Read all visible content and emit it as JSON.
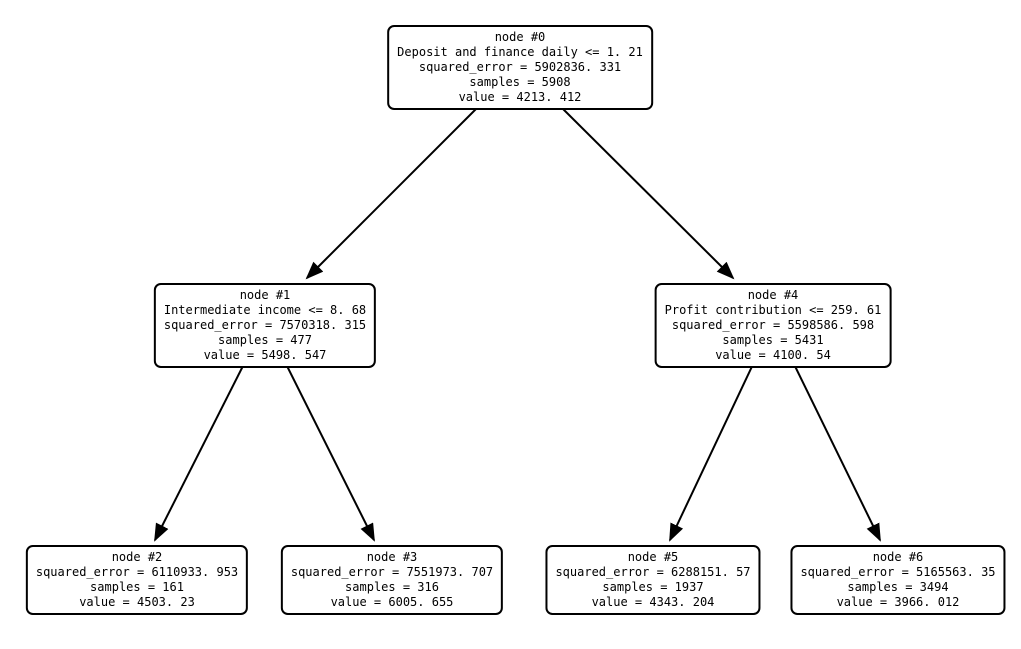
{
  "figure": {
    "background_color": "#ffffff",
    "node_border_color": "#000000",
    "node_fill_color": "#ffffff",
    "text_color": "#000000",
    "edge_color": "#000000"
  },
  "tree": {
    "nodes": [
      {
        "id": "node-0",
        "title": "node #0",
        "condition": "Deposit and finance daily <= 1. 21",
        "squared_error": "squared_error = 5902836. 331",
        "samples": "samples = 5908",
        "value": "value = 4213. 412"
      },
      {
        "id": "node-1",
        "title": "node #1",
        "condition": "Intermediate income <= 8. 68",
        "squared_error": "squared_error = 7570318. 315",
        "samples": "samples = 477",
        "value": "value = 5498. 547"
      },
      {
        "id": "node-2",
        "title": "node #2",
        "squared_error": "squared_error = 6110933. 953",
        "samples": "samples = 161",
        "value": "value = 4503. 23"
      },
      {
        "id": "node-3",
        "title": "node #3",
        "squared_error": "squared_error = 7551973. 707",
        "samples": "samples = 316",
        "value": "value = 6005. 655"
      },
      {
        "id": "node-4",
        "title": "node #4",
        "condition": "Profit contribution <= 259. 61",
        "squared_error": "squared_error = 5598586. 598",
        "samples": "samples = 5431",
        "value": "value = 4100. 54"
      },
      {
        "id": "node-5",
        "title": "node #5",
        "squared_error": "squared_error = 6288151. 57",
        "samples": "samples = 1937",
        "value": "value = 4343. 204"
      },
      {
        "id": "node-6",
        "title": "node #6",
        "squared_error": "squared_error = 5165563. 35",
        "samples": "samples = 3494",
        "value": "value = 3966. 012"
      }
    ],
    "edges": [
      {
        "from": "node-0",
        "to": "node-1"
      },
      {
        "from": "node-0",
        "to": "node-4"
      },
      {
        "from": "node-1",
        "to": "node-2"
      },
      {
        "from": "node-1",
        "to": "node-3"
      },
      {
        "from": "node-4",
        "to": "node-5"
      },
      {
        "from": "node-4",
        "to": "node-6"
      }
    ]
  }
}
